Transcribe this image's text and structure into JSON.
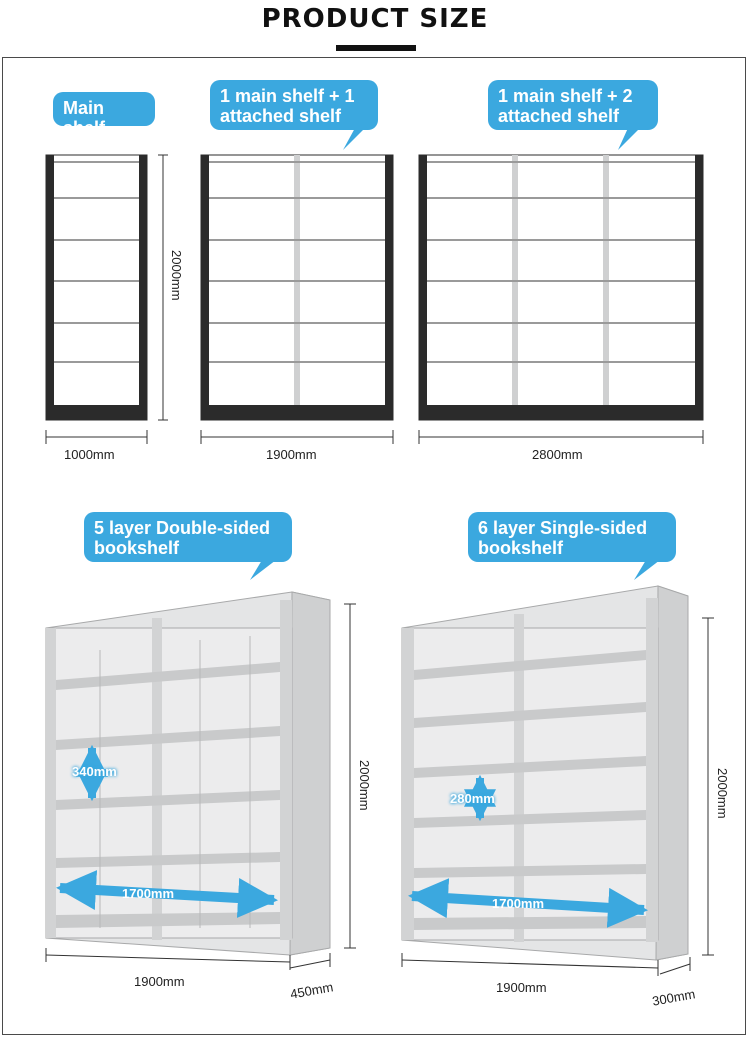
{
  "header": {
    "title": "PRODUCT SIZE"
  },
  "top_section": {
    "main_shelf_label": "Main shelf",
    "one_attached_label": "1 main shelf + 1\nattached shelf",
    "two_attached_label": "1 main shelf + 2\nattached shelf",
    "height_label": "2000mm",
    "width_1": "1000mm",
    "width_2": "1900mm",
    "width_3": "2800mm"
  },
  "bottom_section": {
    "double_sided": {
      "label": "5 layer Double-sided\nbookshelf",
      "layer_gap": "340mm",
      "inner_width": "1700mm",
      "height": "2000mm",
      "width": "1900mm",
      "depth": "450mm"
    },
    "single_sided": {
      "label": "6 layer Single-sided\nbookshelf",
      "layer_gap": "280mm",
      "inner_width": "1700mm",
      "height": "2000mm",
      "width": "1900mm",
      "depth": "300mm"
    }
  },
  "colors": {
    "accent": "#3ba8df",
    "frame_dark": "#2b2b2b",
    "shelf_grey": "#d9dadb"
  }
}
